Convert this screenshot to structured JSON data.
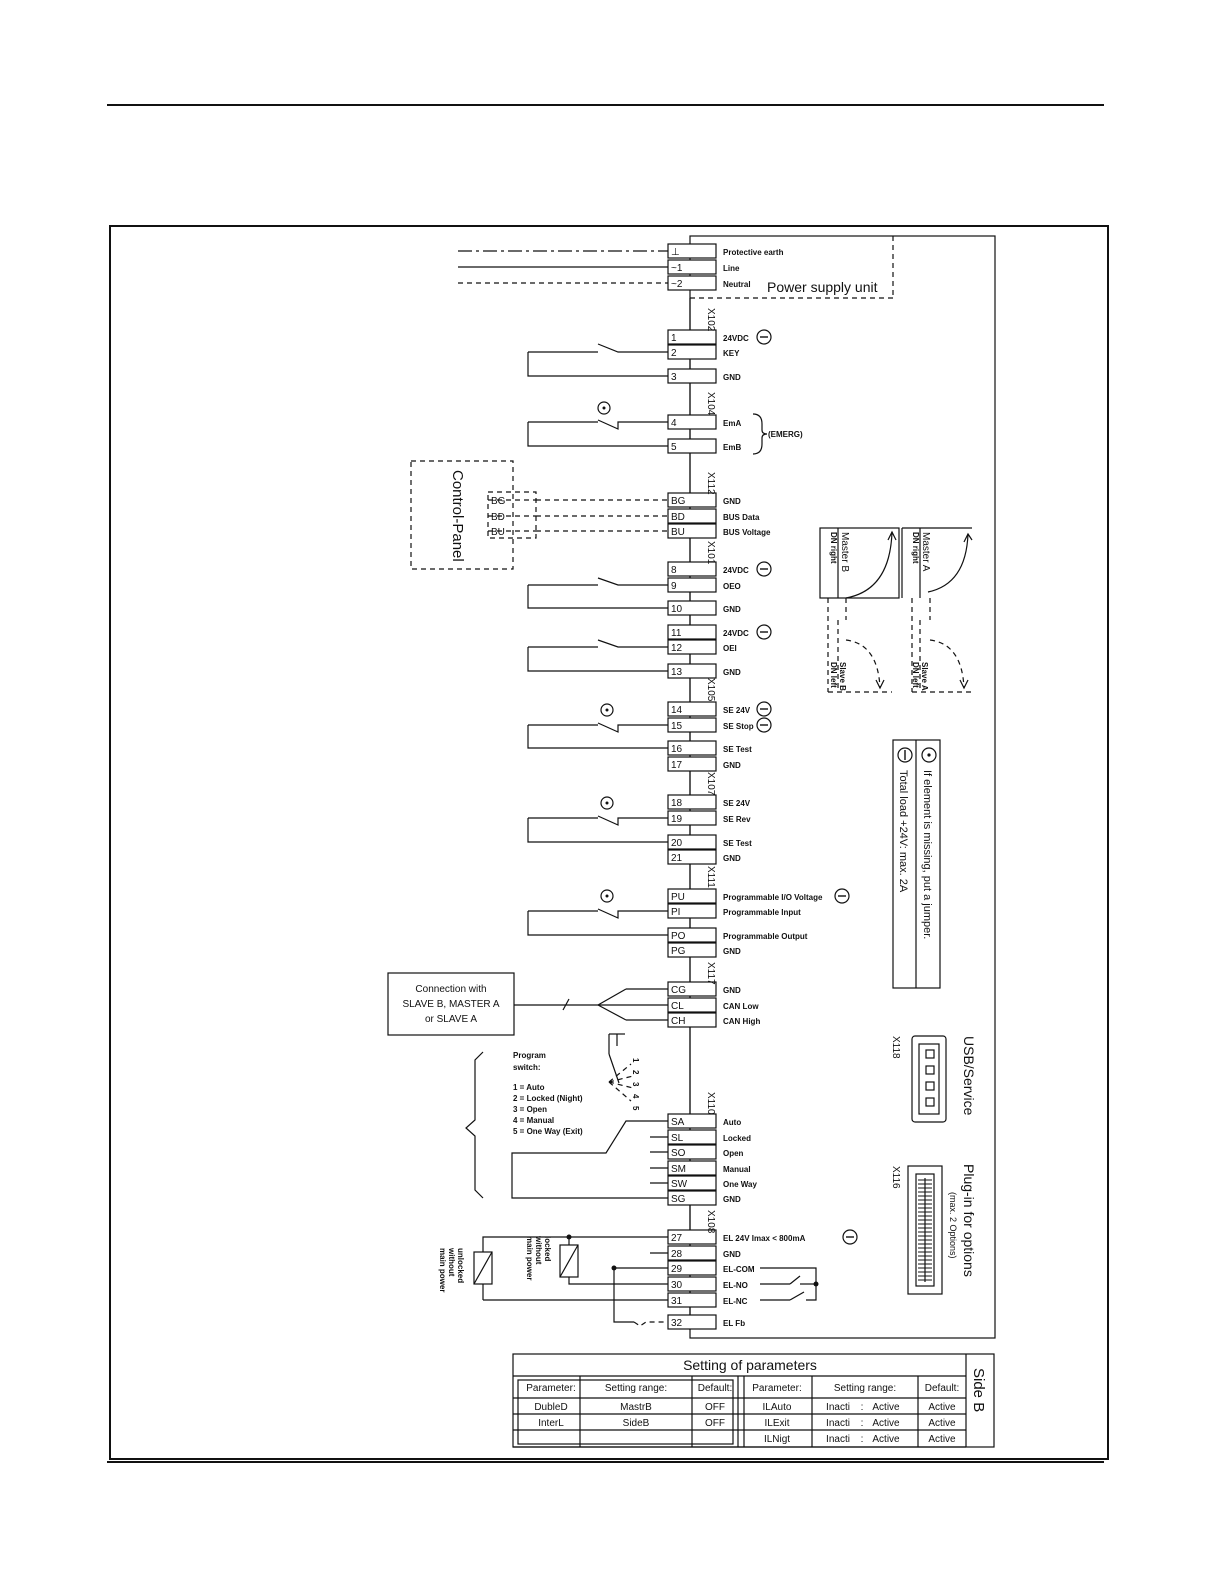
{
  "power": {
    "terminals": [
      "⊥",
      "~1",
      "~2"
    ],
    "labels": [
      "Protective earth",
      "Line",
      "Neutral"
    ],
    "unit_label": "Power supply unit"
  },
  "connectors": [
    "X102",
    "X104",
    "X112",
    "X101",
    "X105",
    "X107",
    "X111",
    "X117",
    "X110",
    "X108"
  ],
  "terminals": [
    {
      "id": "1",
      "label": "24VDC"
    },
    {
      "id": "2",
      "label": "KEY"
    },
    {
      "id": "3",
      "label": "GND"
    },
    {
      "id": "4",
      "label": "EmA"
    },
    {
      "id": "5",
      "label": "EmB"
    },
    {
      "id": "BG",
      "label": "GND"
    },
    {
      "id": "BD",
      "label": "BUS Data"
    },
    {
      "id": "BU",
      "label": "BUS Voltage"
    },
    {
      "id": "8",
      "label": "24VDC"
    },
    {
      "id": "9",
      "label": "OEO"
    },
    {
      "id": "10",
      "label": "GND"
    },
    {
      "id": "11",
      "label": "24VDC"
    },
    {
      "id": "12",
      "label": "OEI"
    },
    {
      "id": "13",
      "label": "GND"
    },
    {
      "id": "14",
      "label": "SE 24V"
    },
    {
      "id": "15",
      "label": "SE Stop"
    },
    {
      "id": "16",
      "label": "SE Test"
    },
    {
      "id": "17",
      "label": "GND"
    },
    {
      "id": "18",
      "label": "SE 24V"
    },
    {
      "id": "19",
      "label": "SE Rev"
    },
    {
      "id": "20",
      "label": "SE Test"
    },
    {
      "id": "21",
      "label": "GND"
    },
    {
      "id": "PU",
      "label": "Programmable I/O Voltage"
    },
    {
      "id": "PI",
      "label": "Programmable Input"
    },
    {
      "id": "PO",
      "label": "Programmable Output"
    },
    {
      "id": "PG",
      "label": "GND"
    },
    {
      "id": "CG",
      "label": "GND"
    },
    {
      "id": "CL",
      "label": "CAN Low"
    },
    {
      "id": "CH",
      "label": "CAN High"
    },
    {
      "id": "SA",
      "label": "Auto"
    },
    {
      "id": "SL",
      "label": "Locked"
    },
    {
      "id": "SO",
      "label": "Open"
    },
    {
      "id": "SM",
      "label": "Manual"
    },
    {
      "id": "SW",
      "label": "One Way"
    },
    {
      "id": "SG",
      "label": "GND"
    },
    {
      "id": "27",
      "label": "EL 24V  Imax < 800mA"
    },
    {
      "id": "28",
      "label": "GND"
    },
    {
      "id": "29",
      "label": "EL-COM"
    },
    {
      "id": "30",
      "label": "EL-NO"
    },
    {
      "id": "31",
      "label": "EL-NC"
    },
    {
      "id": "32",
      "label": "EL Fb"
    }
  ],
  "emerg_label": "(EMERG)",
  "control_panel": {
    "title": "Control-Panel",
    "pins": [
      "BG",
      "BD",
      "BU"
    ]
  },
  "can_box": {
    "lines": [
      "Connection with",
      "SLAVE B, MASTER A",
      "or SLAVE A"
    ]
  },
  "program_switch": {
    "title_lines": [
      "Program",
      "switch:"
    ],
    "options": [
      "1 = Auto",
      "2 = Locked (Night)",
      "3 = Open",
      "4 = Manual",
      "5 = One Way (Exit)"
    ],
    "positions": [
      "1",
      "2",
      "3",
      "4",
      "5"
    ]
  },
  "lock_labels": {
    "unlocked": [
      "unlocked",
      "without",
      "main power"
    ],
    "locked": [
      "locked",
      "without",
      "main power"
    ]
  },
  "door_diagram": {
    "master_b": "Master B",
    "master_a": "Master A",
    "slave_b": "Slave B",
    "slave_a": "Slave A",
    "dn_right": "DN right",
    "dn_left": "DN left"
  },
  "legend": {
    "jumper_note": "If element is missing, put a jumper.",
    "load_note": "Total load +24V: max. 2A"
  },
  "usb": {
    "connector": "X118",
    "label": "USB/Service"
  },
  "plugin": {
    "connector": "X116",
    "label": "Plug-in for options",
    "sublabel": "(max. 2 Options)"
  },
  "side_label": "Side B",
  "parameters": {
    "title": "Setting of parameters",
    "headers": [
      "Parameter:",
      "Setting range:",
      "Default:",
      "Parameter:",
      "Setting range:",
      "Default:"
    ],
    "left_rows": [
      [
        "DubleD",
        "MastrB",
        "OFF"
      ],
      [
        "InterL",
        "SideB",
        "OFF"
      ],
      [
        "",
        "",
        ""
      ]
    ],
    "right_rows": [
      [
        "ILAuto",
        "Inacti",
        "Active",
        "Active"
      ],
      [
        "ILExit",
        "Inacti",
        "Active",
        "Active"
      ],
      [
        "ILNigt",
        "Inacti",
        "Active",
        "Active"
      ]
    ]
  }
}
